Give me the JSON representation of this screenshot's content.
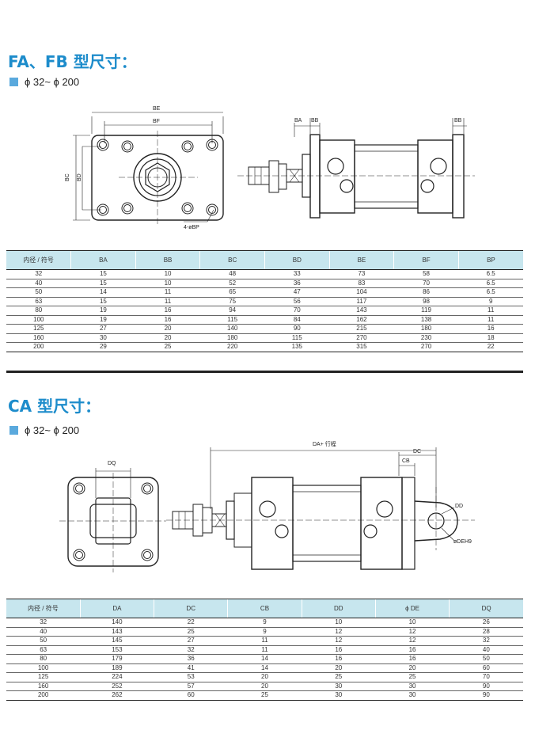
{
  "section1": {
    "title": "FA、FB 型尺寸：",
    "range": "ϕ 32~ ϕ 200",
    "labels": {
      "be": "BE",
      "bf": "BF",
      "bc": "BC",
      "bd": "BD",
      "bp": "4-øBP",
      "ba": "BA",
      "bb1": "BB",
      "bb2": "BB"
    },
    "table": {
      "headers": [
        "内径 / 符号",
        "BA",
        "BB",
        "BC",
        "BD",
        "BE",
        "BF",
        "BP"
      ],
      "rows": [
        [
          "32",
          "15",
          "10",
          "48",
          "33",
          "73",
          "58",
          "6.5"
        ],
        [
          "40",
          "15",
          "10",
          "52",
          "36",
          "83",
          "70",
          "6.5"
        ],
        [
          "50",
          "14",
          "11",
          "65",
          "47",
          "104",
          "86",
          "6.5"
        ],
        [
          "63",
          "15",
          "11",
          "75",
          "56",
          "117",
          "98",
          "9"
        ],
        [
          "80",
          "19",
          "16",
          "94",
          "70",
          "143",
          "119",
          "11"
        ],
        [
          "100",
          "19",
          "16",
          "115",
          "84",
          "162",
          "138",
          "11"
        ],
        [
          "125",
          "27",
          "20",
          "140",
          "90",
          "215",
          "180",
          "16"
        ],
        [
          "160",
          "30",
          "20",
          "180",
          "115",
          "270",
          "230",
          "18"
        ],
        [
          "200",
          "29",
          "25",
          "220",
          "135",
          "315",
          "270",
          "22"
        ]
      ]
    }
  },
  "section2": {
    "title": "CA 型尺寸：",
    "range": "ϕ 32~ ϕ 200",
    "labels": {
      "dq": "DQ",
      "da": "DA+ 行程",
      "dc": "DC",
      "cb": "CB",
      "dd": "DD",
      "de": "øDEH9"
    },
    "table": {
      "headers": [
        "内径 / 符号",
        "DA",
        "DC",
        "CB",
        "DD",
        "ϕ DE",
        "DQ"
      ],
      "rows": [
        [
          "32",
          "140",
          "22",
          "9",
          "10",
          "10",
          "26"
        ],
        [
          "40",
          "143",
          "25",
          "9",
          "12",
          "12",
          "28"
        ],
        [
          "50",
          "145",
          "27",
          "11",
          "12",
          "12",
          "32"
        ],
        [
          "63",
          "153",
          "32",
          "11",
          "16",
          "16",
          "40"
        ],
        [
          "80",
          "179",
          "36",
          "14",
          "16",
          "16",
          "50"
        ],
        [
          "100",
          "189",
          "41",
          "14",
          "20",
          "20",
          "60"
        ],
        [
          "125",
          "224",
          "53",
          "20",
          "25",
          "25",
          "70"
        ],
        [
          "160",
          "252",
          "57",
          "20",
          "30",
          "30",
          "90"
        ],
        [
          "200",
          "262",
          "60",
          "25",
          "30",
          "30",
          "90"
        ]
      ]
    }
  },
  "colors": {
    "accent": "#1d8ccb",
    "square": "#5aa9dd",
    "header_bg": "#c7e6ee"
  }
}
